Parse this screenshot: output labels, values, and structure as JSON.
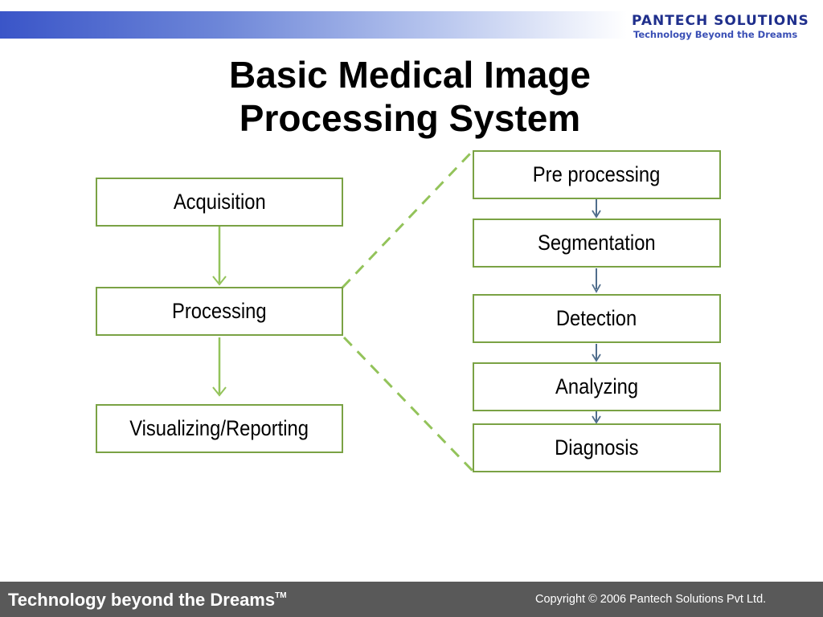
{
  "brand": {
    "logo_name": "PANTECH SOLUTIONS",
    "logo_tagline": "Technology Beyond the Dreams"
  },
  "slide": {
    "title_line1": "Basic Medical Image",
    "title_line2": "Processing System"
  },
  "diagram": {
    "main_steps": [
      "Acquisition",
      "Processing",
      "Visualizing/Reporting"
    ],
    "processing_steps": [
      "Pre processing",
      "Segmentation",
      "Detection",
      "Analyzing",
      "Diagnosis"
    ]
  },
  "footer": {
    "tagline": "Technology beyond the Dreams",
    "trademark": "TM",
    "copyright": "Copyright © 2006 Pantech Solutions Pvt Ltd."
  },
  "colors": {
    "box_border": "#7aa244",
    "green_arrow": "#93c35a",
    "blue_arrow": "#4f6d8c",
    "footer_bg": "#595959",
    "header_band": "#3a55c8"
  }
}
